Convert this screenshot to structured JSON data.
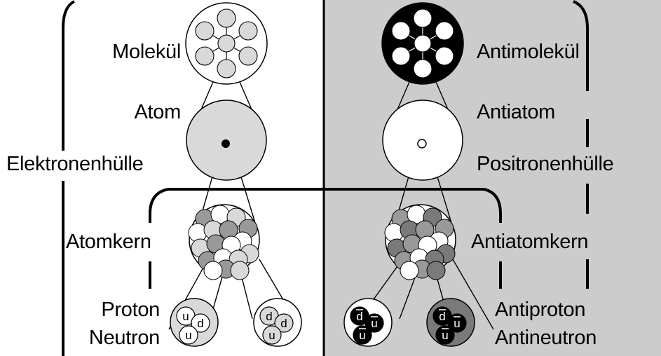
{
  "labels": {
    "matter": {
      "molecule": "Molekül",
      "atom": "Atom",
      "shell": "Elektronenhülle",
      "nucleus": "Atomkern",
      "proton": "Proton",
      "neutron": "Neutron"
    },
    "antimatter": {
      "molecule": "Antimolekül",
      "atom": "Antiatom",
      "shell": "Positronenhülle",
      "nucleus": "Antiatomkern",
      "proton": "Antiproton",
      "neutron": "Antineutron"
    }
  },
  "quarks": {
    "proton": [
      "u",
      "d",
      "u"
    ],
    "neutron": [
      "d",
      "d",
      "u"
    ],
    "antiproton": [
      "d",
      "u",
      "u"
    ],
    "antineutron": [
      "d",
      "u",
      "u"
    ]
  },
  "colors": {
    "matter_background": "#ffffff",
    "antimatter_background": "#cccccc",
    "light_gray": "#d9d9d9",
    "mid_gray": "#999999",
    "dark_gray": "#7a7a7a",
    "black": "#000000",
    "white": "#ffffff"
  }
}
